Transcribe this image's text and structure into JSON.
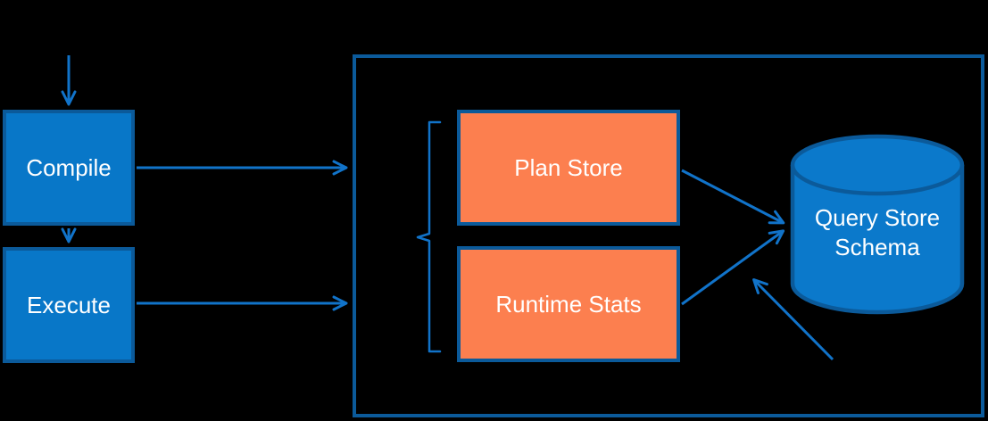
{
  "nodes": {
    "compile": {
      "label": "Compile"
    },
    "execute": {
      "label": "Execute"
    },
    "plan_store": {
      "label": "Plan Store"
    },
    "runtime_stats": {
      "label": "Runtime Stats"
    },
    "query_store_schema": {
      "label": "Query Store Schema"
    }
  },
  "edges": [
    {
      "from": "external-top",
      "to": "compile",
      "type": "arrow"
    },
    {
      "from": "compile",
      "to": "execute",
      "type": "arrow"
    },
    {
      "from": "compile",
      "to": "query-store-container",
      "type": "arrow"
    },
    {
      "from": "execute",
      "to": "query-store-container",
      "type": "arrow"
    },
    {
      "from": "plan_store",
      "to": "query_store_schema",
      "type": "arrow"
    },
    {
      "from": "runtime_stats",
      "to": "query_store_schema",
      "type": "arrow"
    },
    {
      "from": "bottom-right",
      "to": "query_store_schema",
      "type": "arrow"
    }
  ],
  "groups": [
    {
      "shape": "bracket",
      "contains": [
        "plan_store",
        "runtime_stats"
      ]
    }
  ],
  "colors": {
    "background": "#000000",
    "node_blue_fill": "#0877C8",
    "orange_fill": "#FC7F4F",
    "border_blue": "#0B5A9A",
    "arrow_blue": "#1173C9",
    "cylinder_fill": "#0B79CB",
    "text": "#FFFFFF"
  }
}
